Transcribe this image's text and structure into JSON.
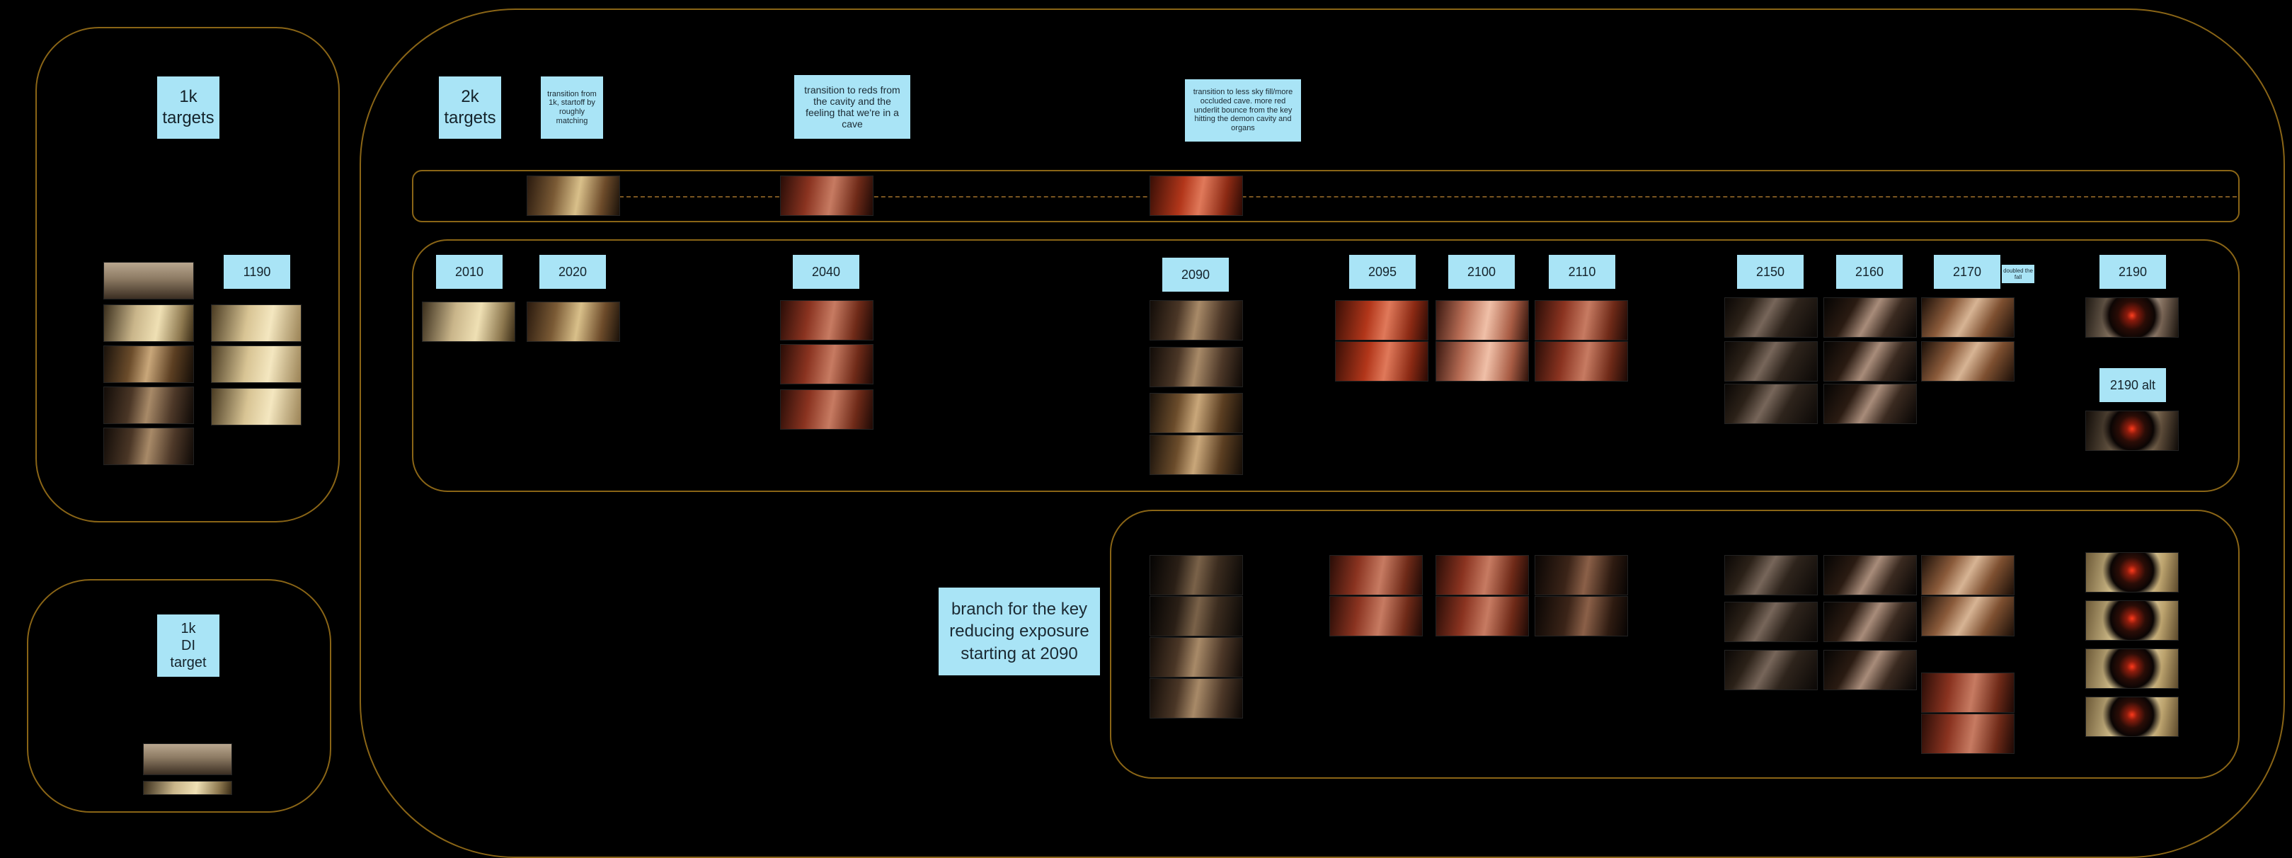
{
  "panels": {
    "k1_targets": "1k\ntargets",
    "k1_190": "1190",
    "k2_targets": "2k\ntargets",
    "k1_di": "1k\nDI\ntarget"
  },
  "notes": {
    "n1": "transition from 1k, startoff by roughly matching",
    "n2": "transition to reds from the cavity and the feeling that we're in a cave",
    "n3": "transition to less sky fill/more occluded cave. more red underlit bounce from the key hitting the demon cavity and organs",
    "n4": "doubled the fall",
    "branch": "branch for the key reducing exposure starting at 2090"
  },
  "labels": {
    "l2010": "2010",
    "l2020": "2020",
    "l2040": "2040",
    "l2090": "2090",
    "l2095": "2095",
    "l2100": "2100",
    "l2110": "2110",
    "l2150": "2150",
    "l2160": "2160",
    "l2170": "2170",
    "l2190": "2190",
    "l2190alt": "2190 alt"
  }
}
